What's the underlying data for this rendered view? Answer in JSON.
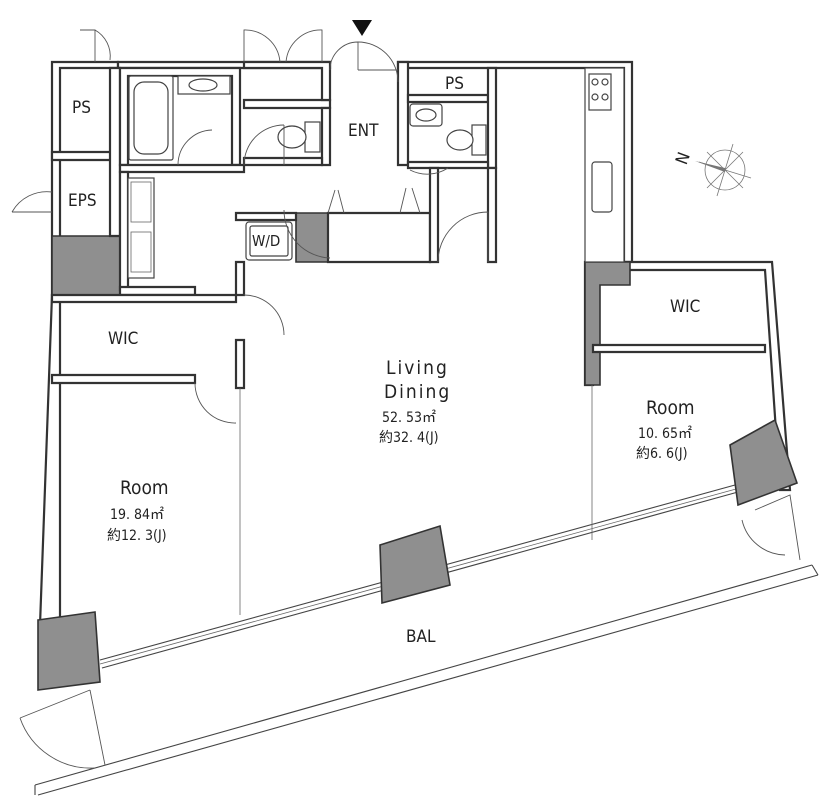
{
  "rooms": {
    "ps_top_left": "PS",
    "eps": "EPS",
    "wic_left": "WIC",
    "room_left_name": "Room",
    "room_left_area": "19. 84㎡",
    "room_left_jo": "約12. 3(J)",
    "ent": "ENT",
    "wd": "W/D",
    "ps_right": "PS",
    "living_line1": "Living",
    "living_line2": "Dining",
    "living_area": "52. 53㎡",
    "living_jo": "約32. 4(J)",
    "wic_right": "WIC",
    "room_right_name": "Room",
    "room_right_area": "10. 65㎡",
    "room_right_jo": "約6. 6(J)",
    "bal": "BAL",
    "north": "N"
  }
}
